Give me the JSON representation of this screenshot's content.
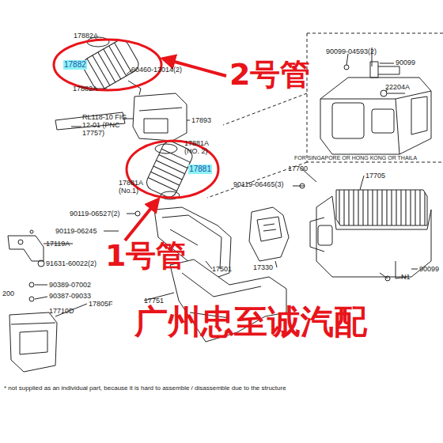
{
  "diagram": {
    "nodes": [
      {
        "text": [
          "17882"
        ]
      },
      {
        "text": [
          "17881"
        ]
      }
    ],
    "labels": [
      "17882A",
      "90460-13014(2)",
      "17882A",
      "17893",
      "RL118-10 FIG 12-01 (PNC 17757)",
      "17881A (NO. 2)",
      "17881A (No.1)",
      "90119-06527(2)",
      "90119-06245",
      "17119A",
      "91631-60022(2)",
      "90389-07002",
      "90387-09033",
      "17805F",
      "17710D",
      "200",
      "17501",
      "17751",
      "17330",
      "90119-06465(3)",
      "17700",
      "FOR SINGAPORE OR HONG KONG OR THAILA",
      "17705",
      "90099-04593(2)",
      "90099",
      "22204A",
      "N1",
      "90099",
      "* not supplied as an individual part, because it is hard to assemble / disassemble due to the structure",
      "2号管",
      "1号管",
      "广州忠至诚汽配"
    ]
  }
}
